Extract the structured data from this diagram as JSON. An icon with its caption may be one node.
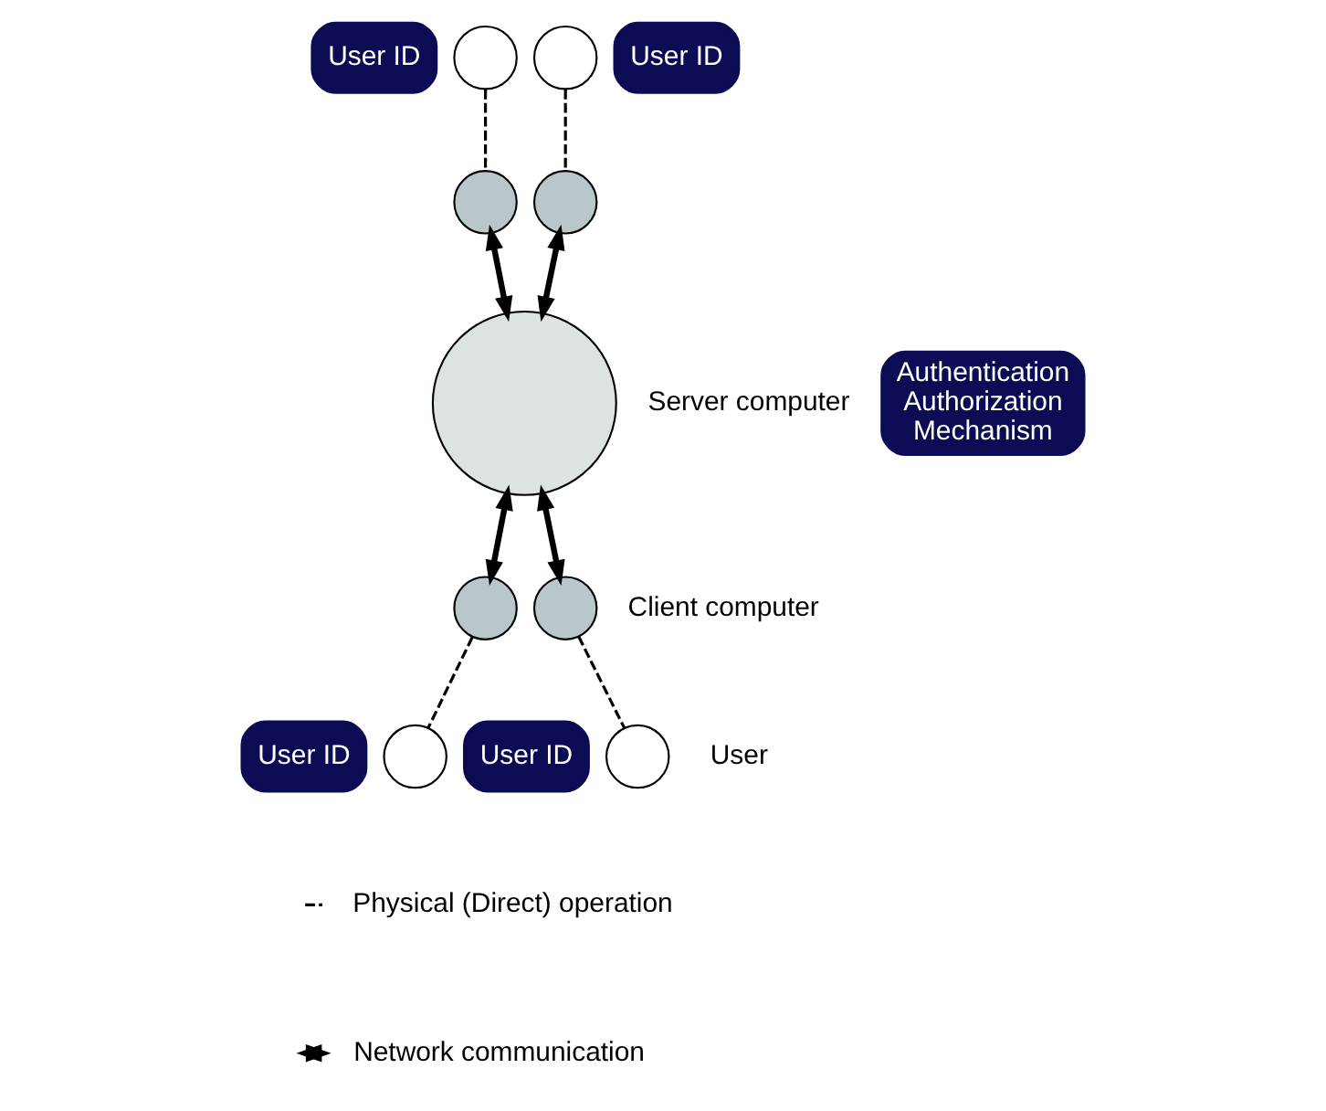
{
  "diagram": {
    "nodes": [
      {
        "text": [],
        "shape": "circle",
        "beside": [
          "Server computer"
        ]
      },
      {
        "text": [
          "Authentication Authorization Mechanism"
        ]
      },
      {
        "text": [],
        "shape": "circle"
      },
      {
        "text": [],
        "shape": "circle"
      },
      {
        "text": [],
        "shape": "circle"
      },
      {
        "text": [],
        "shape": "circle",
        "beside": [
          "Client computer"
        ]
      },
      {
        "text": [],
        "shape": "circle"
      },
      {
        "text": [],
        "shape": "circle"
      },
      {
        "text": [],
        "shape": "circle"
      },
      {
        "text": [],
        "shape": "circle",
        "beside": [
          "User"
        ]
      },
      {
        "text": [
          "User ID"
        ]
      },
      {
        "text": [
          "User ID"
        ]
      },
      {
        "text": [
          "User ID"
        ]
      },
      {
        "text": [
          "User ID"
        ]
      }
    ],
    "edges": [
      {
        "from": 2,
        "to": 0,
        "arrow": "both",
        "style": "thick"
      },
      {
        "from": 3,
        "to": 0,
        "arrow": "both",
        "style": "thick"
      },
      {
        "from": 4,
        "to": 0,
        "arrow": "both",
        "style": "thick"
      },
      {
        "from": 5,
        "to": 0,
        "arrow": "both",
        "style": "thick"
      },
      {
        "from": 6,
        "to": 2,
        "arrow": "none",
        "style": "dashed"
      },
      {
        "from": 7,
        "to": 3,
        "arrow": "none",
        "style": "dashed"
      },
      {
        "from": 8,
        "to": 4,
        "arrow": "none",
        "style": "dashed"
      },
      {
        "from": 9,
        "to": 5,
        "arrow": "none",
        "style": "dashed"
      }
    ],
    "legend": [
      {
        "text": "Physical (Direct) operation"
      },
      {
        "text": "Network communication"
      }
    ]
  }
}
